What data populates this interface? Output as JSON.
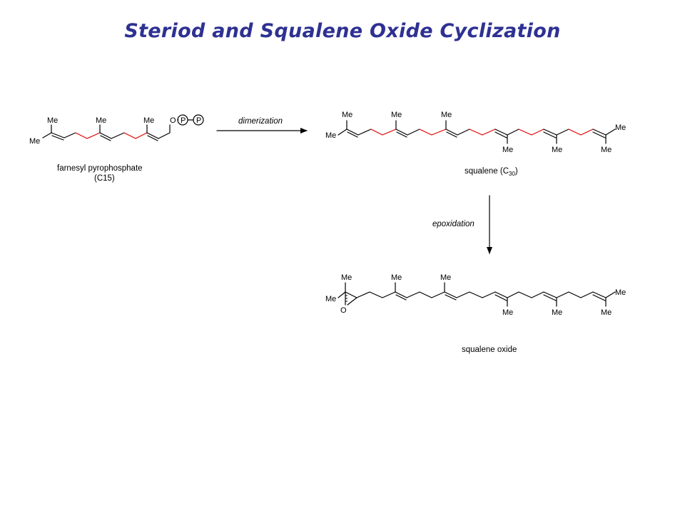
{
  "title": "Steriod and Squalene Oxide Cyclization",
  "methyl_label": "Me",
  "oxygen_label": "O",
  "phosphate_label": "P",
  "farnesyl": {
    "name": "farnesyl pyrophosphate",
    "carbon_count": "(C15)"
  },
  "squalene": {
    "name": "squalene (C",
    "subscript": "30",
    "suffix": ")"
  },
  "squalene_oxide": {
    "name": "squalene oxide"
  },
  "arrows": {
    "dimerization": "dimerization",
    "epoxidation": "epoxidation"
  },
  "colors": {
    "title": "#2e3192",
    "highlight_bonds": "#e00000",
    "bonds": "#000000"
  }
}
